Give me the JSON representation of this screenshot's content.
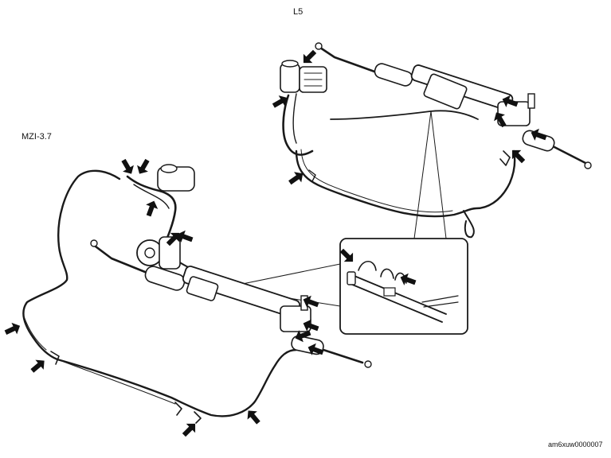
{
  "labels": {
    "top_variant": "L5",
    "left_variant": "MZI-3.7",
    "figure_code": "am6xuw0000007"
  },
  "icons": {
    "arrow": "arrow-icon",
    "component": "steering-rack-icon"
  },
  "colors": {
    "line": "#1a1a1a",
    "fill": "#ffffff",
    "arrow": "#111111"
  }
}
